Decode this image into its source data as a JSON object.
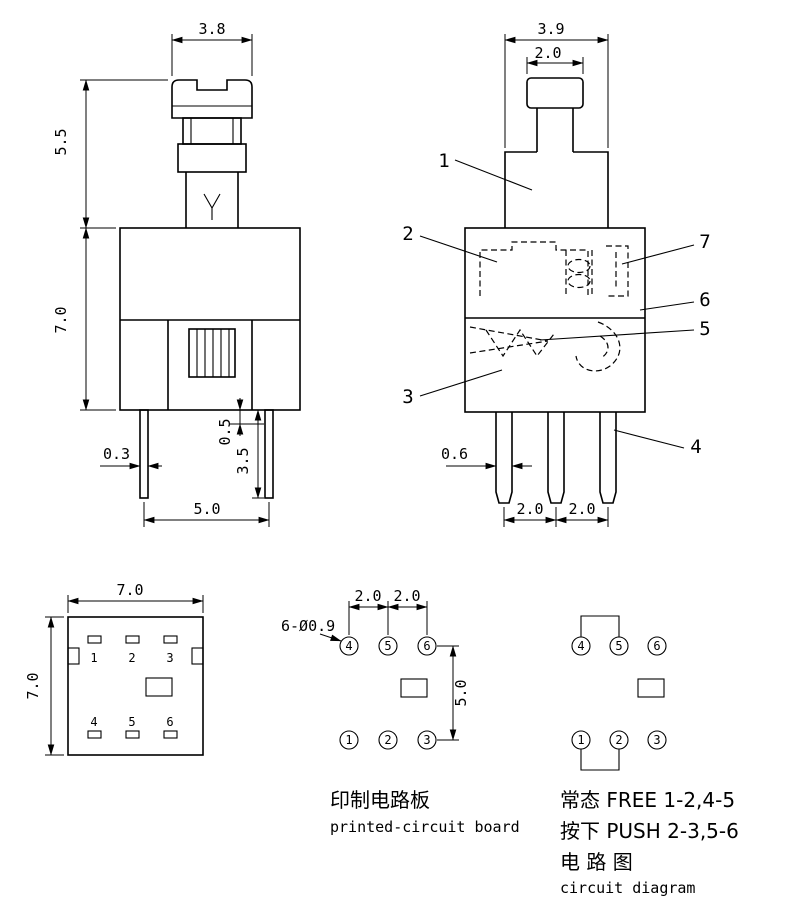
{
  "front_view": {
    "dim_cap_width": "3.8",
    "dim_plunger_height": "5.5",
    "dim_body_height": "7.0",
    "dim_pin_thickness": "0.3",
    "dim_pin_shoulder": "0.5",
    "dim_pin_length": "3.5",
    "dim_pin_spacing": "5.0"
  },
  "section_view": {
    "dim_housing_width": "3.9",
    "dim_button_width": "2.0",
    "dim_pin_width": "0.6",
    "dim_pin_pitch_left": "2.0",
    "dim_pin_pitch_right": "2.0",
    "callouts": [
      "1",
      "2",
      "3",
      "4",
      "5",
      "6",
      "7"
    ]
  },
  "footprint_view": {
    "dim_width": "7.0",
    "dim_height": "7.0",
    "pads_top": [
      "1",
      "2",
      "3"
    ],
    "pads_bottom": [
      "4",
      "5",
      "6"
    ]
  },
  "pcb_view": {
    "dim_hole_pitch_left": "2.0",
    "dim_hole_pitch_right": "2.0",
    "dim_row_spacing": "5.0",
    "hole_callout": "6-Ø0.9",
    "holes_top": [
      "4",
      "5",
      "6"
    ],
    "holes_bottom": [
      "1",
      "2",
      "3"
    ],
    "caption_cn": "印制电路板",
    "caption_en": "printed-circuit board"
  },
  "circuit_view": {
    "terminals_top": [
      "4",
      "5",
      "6"
    ],
    "terminals_bottom": [
      "1",
      "2",
      "3"
    ],
    "note_normal": "常态 FREE 1-2,4-5",
    "note_pushed": "按下 PUSH 2-3,5-6",
    "title_cn": "电 路 图",
    "title_en": "circuit diagram"
  }
}
